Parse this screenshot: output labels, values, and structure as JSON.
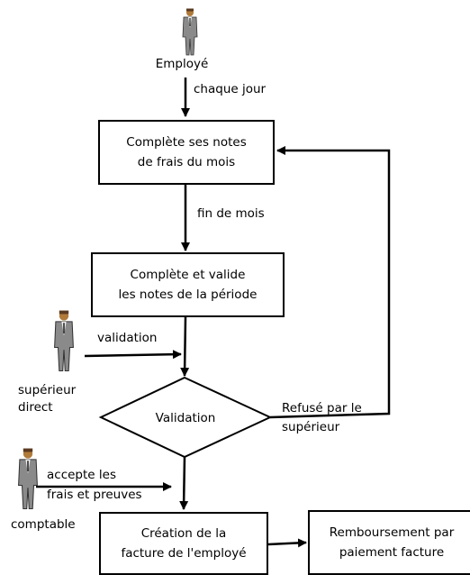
{
  "actors": {
    "employee": "Employé",
    "supervisor_line1": "supérieur",
    "supervisor_line2": "direct",
    "accountant": "comptable"
  },
  "steps": {
    "fill_notes_line1": "Complète ses notes",
    "fill_notes_line2": "de frais du mois",
    "validate_period_line1": "Complète et valide",
    "validate_period_line2": "les notes de la période",
    "decision": "Validation",
    "invoice_line1": "Création de la",
    "invoice_line2": "facture de l'employé",
    "refund_line1": "Remboursement par",
    "refund_line2": "paiement facture"
  },
  "edges": {
    "daily": "chaque jour",
    "month_end": "fin de mois",
    "validation": "validation",
    "rejected_line1": "Refusé par le",
    "rejected_line2": "supérieur",
    "accept_line1": "accepte les",
    "accept_line2": "frais et preuves"
  }
}
